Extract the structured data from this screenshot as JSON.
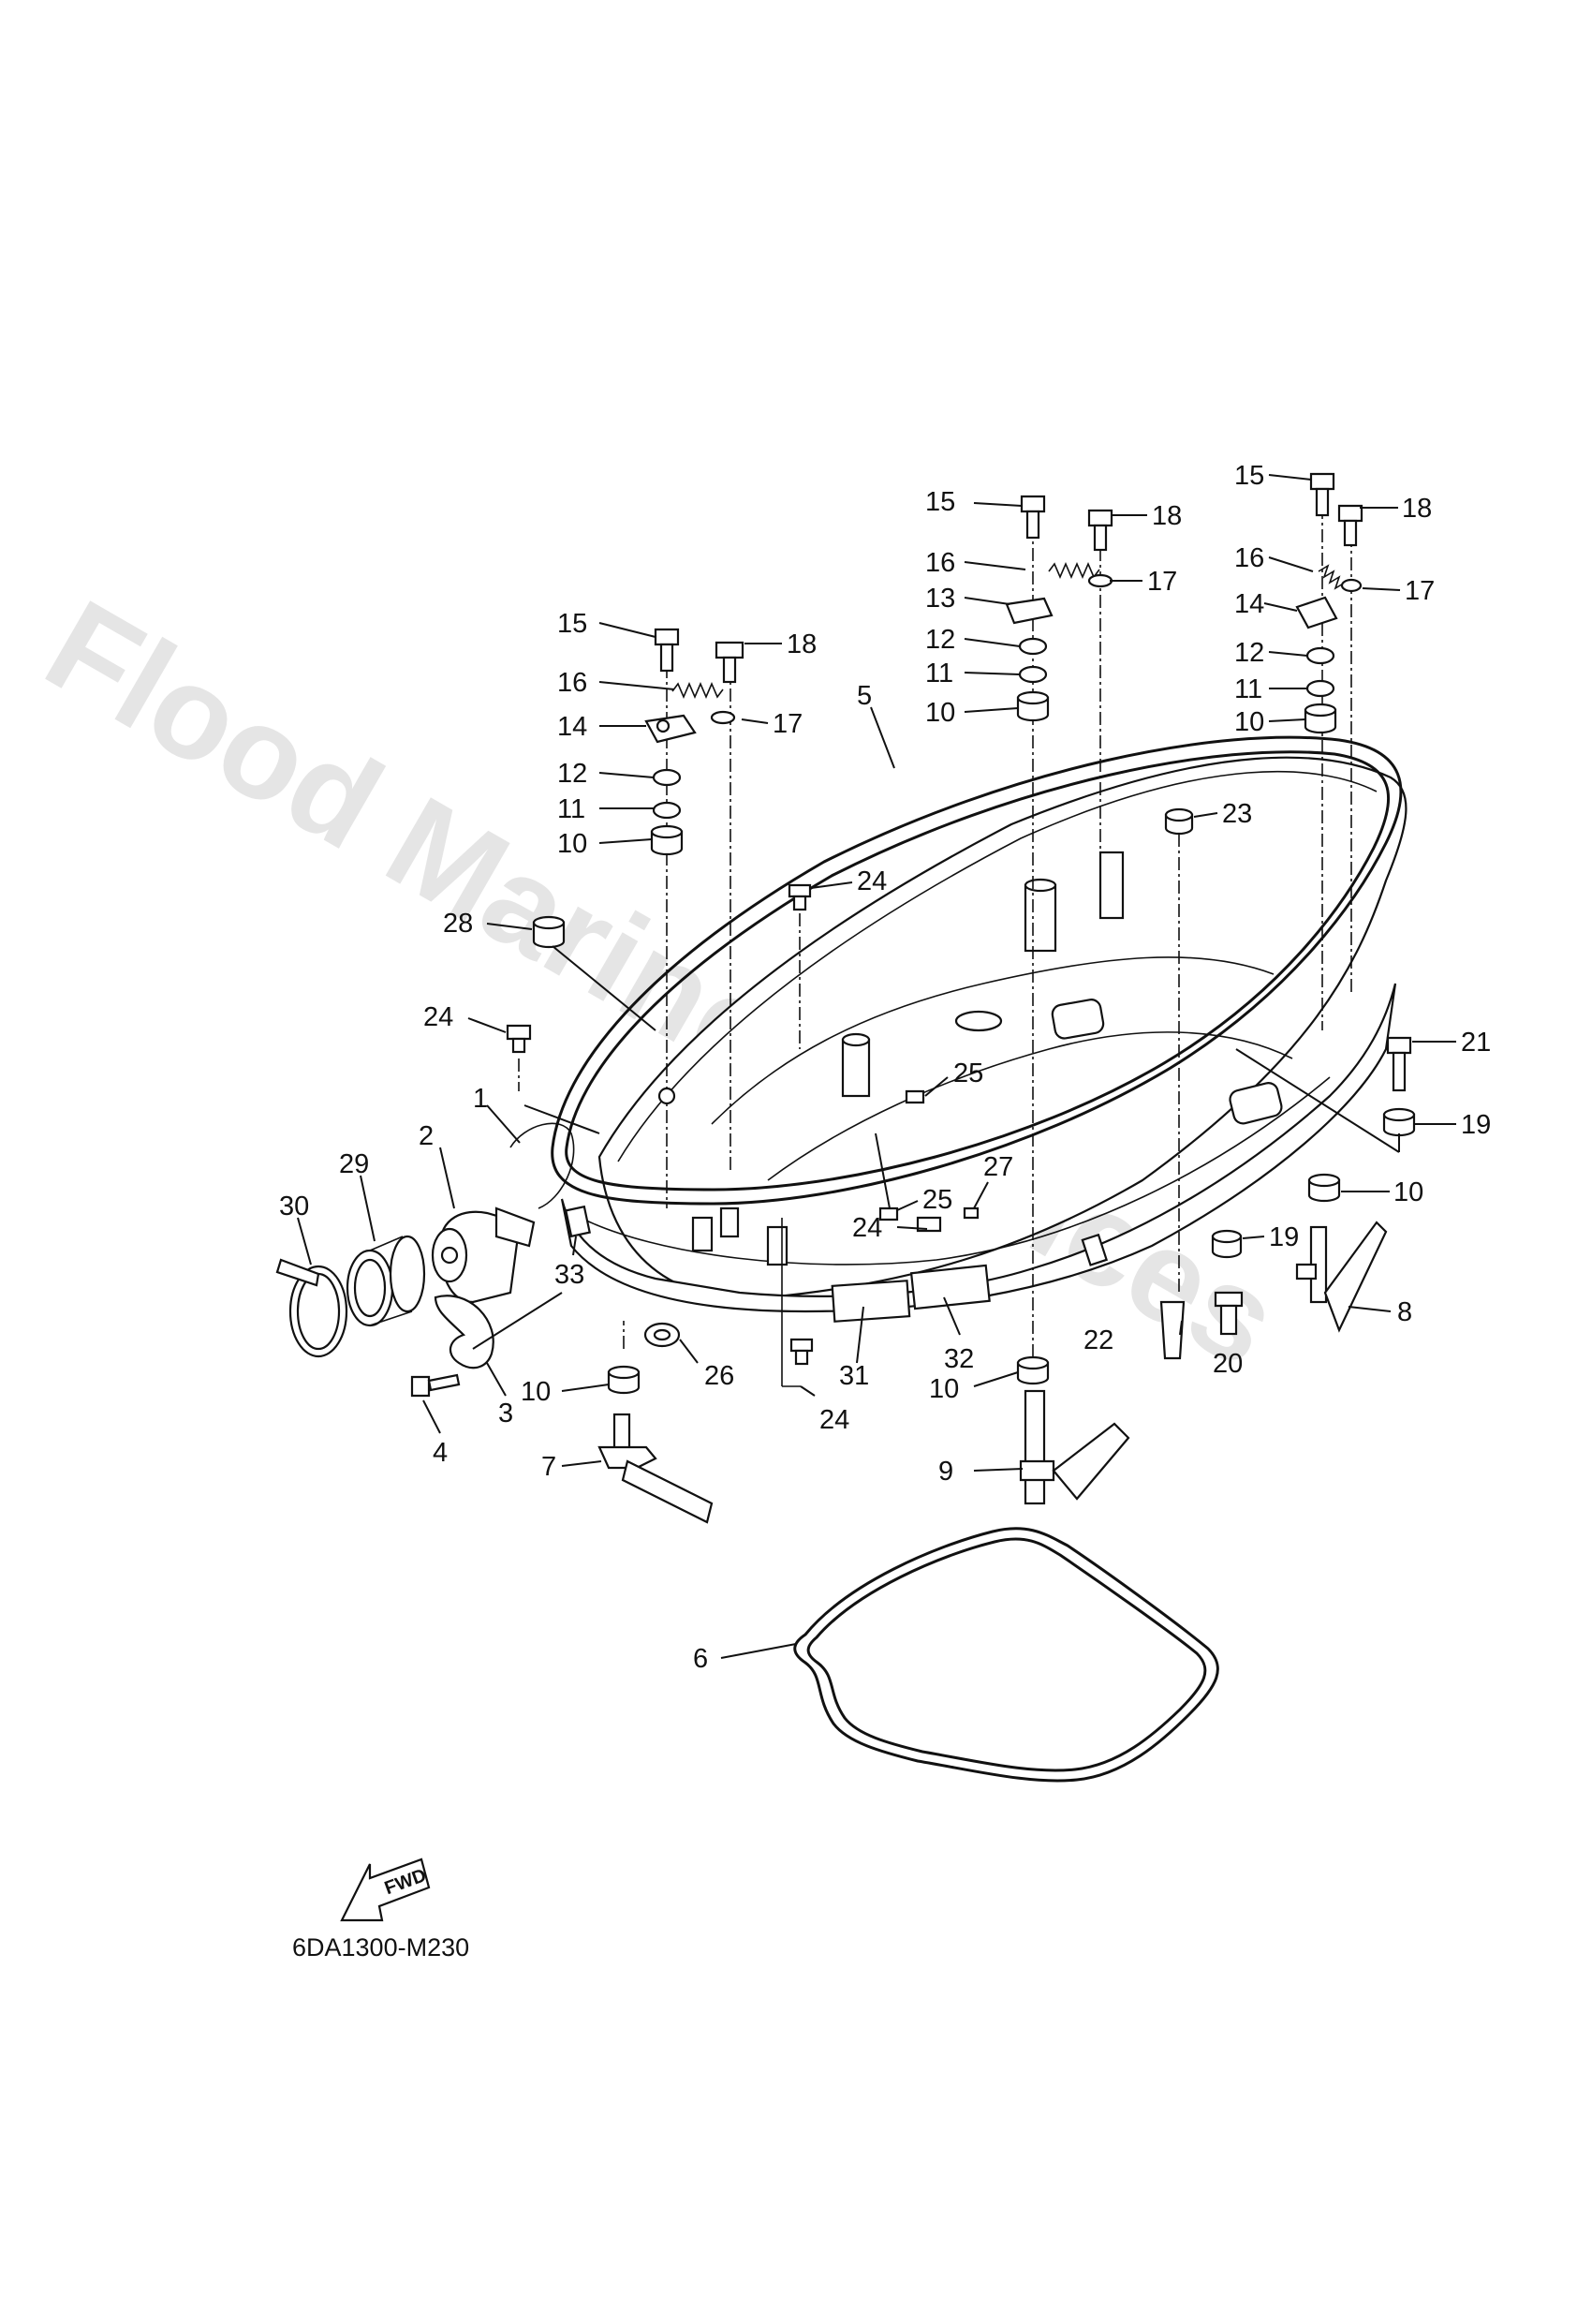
{
  "watermark": "Flood Marine Services",
  "diagram_code": "6DA1300-M230",
  "fwd_label": "FWD",
  "labels": {
    "l1": "1",
    "l2": "2",
    "l3": "3",
    "l4": "4",
    "l5": "5",
    "l6": "6",
    "l7": "7",
    "l8": "8",
    "l9": "9",
    "l10a": "10",
    "l10b": "10",
    "l10c": "10",
    "l10d": "10",
    "l10e": "10",
    "l10f": "10",
    "l11a": "11",
    "l11b": "11",
    "l11c": "11",
    "l12a": "12",
    "l12b": "12",
    "l12c": "12",
    "l13": "13",
    "l14a": "14",
    "l14b": "14",
    "l15a": "15",
    "l15b": "15",
    "l15c": "15",
    "l16a": "16",
    "l16b": "16",
    "l16c": "16",
    "l17a": "17",
    "l17b": "17",
    "l17c": "17",
    "l18a": "18",
    "l18b": "18",
    "l18c": "18",
    "l19a": "19",
    "l19b": "19",
    "l20": "20",
    "l21": "21",
    "l22": "22",
    "l23": "23",
    "l24a": "24",
    "l24b": "24",
    "l24c": "24",
    "l24d": "24",
    "l25a": "25",
    "l25b": "25",
    "l26": "26",
    "l27": "27",
    "l28": "28",
    "l29": "29",
    "l30": "30",
    "l31": "31",
    "l32": "32",
    "l33": "33"
  }
}
